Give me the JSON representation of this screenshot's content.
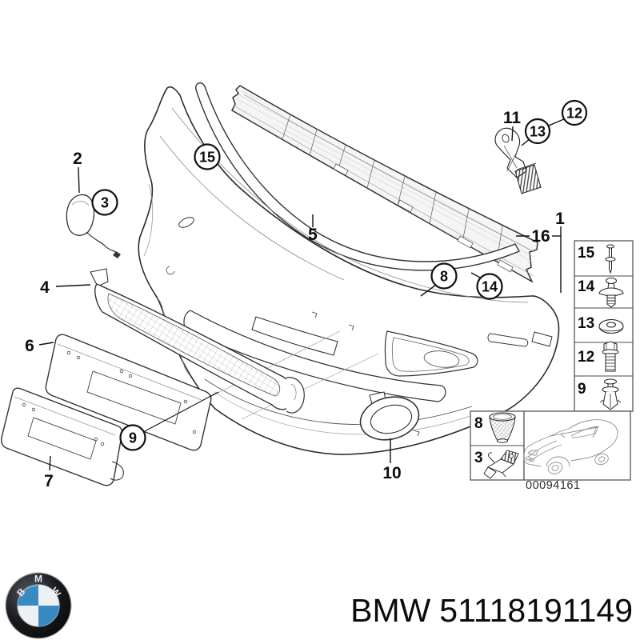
{
  "diagram": {
    "type": "exploded-parts-diagram",
    "subject": "front bumper trim mounting parts",
    "callouts": {
      "1": "1",
      "2": "2",
      "3": "3",
      "4": "4",
      "5": "5",
      "6": "6",
      "7": "7",
      "8": "8",
      "9": "9",
      "10": "10",
      "11": "11",
      "12": "12",
      "13": "13",
      "14": "14",
      "15": "15",
      "16": "16"
    },
    "fastener_table": {
      "rows": [
        {
          "label": "15",
          "icon": "push-rivet-icon"
        },
        {
          "label": "14",
          "icon": "expanding-rivet-icon"
        },
        {
          "label": "13",
          "icon": "grommet-washer-icon"
        },
        {
          "label": "12",
          "icon": "hex-bolt-icon"
        },
        {
          "label": "9",
          "icon": "expansion-clip-icon"
        }
      ]
    },
    "legend": {
      "items": [
        {
          "label": "8",
          "icon": "mesh-insert-icon"
        },
        {
          "label": "3",
          "icon": "washer-bracket-icon"
        }
      ],
      "vehicle_thumbnail": "car-sketch-icon",
      "image_code": "00094161"
    },
    "colors": {
      "line": "#2b2b2b",
      "light_line": "#999999",
      "fill": "#ffffff"
    }
  },
  "branding": {
    "brand": "BMW",
    "part_number": "51118191149",
    "logo": {
      "letters": [
        "B",
        "M",
        "W"
      ],
      "ring_color": "#15171a",
      "blue": "#3a8ac2",
      "white": "#eef1f4"
    }
  }
}
